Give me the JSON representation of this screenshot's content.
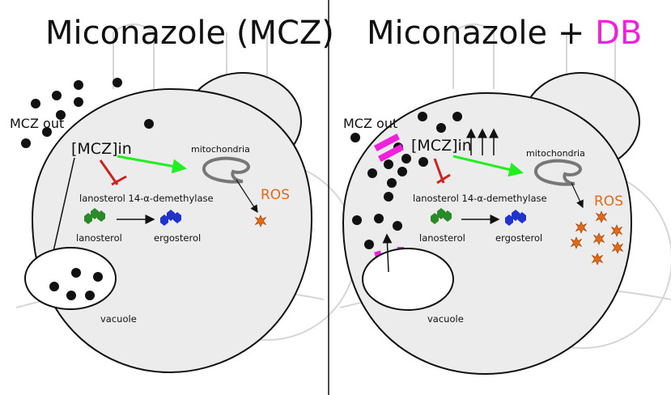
{
  "left_panel": {
    "title": "Miconazole (MCZ)",
    "mcz_out": "MCZ out",
    "mcz_in": "[MCZ]in",
    "mitochondria": "mitochondria",
    "enzyme": "lanosterol 14-α-demethylase",
    "ros": "ROS",
    "lanosterol": "lanosterol",
    "ergosterol": "ergosterol",
    "vacuole": "vacuole"
  },
  "right_panel": {
    "title_main": "Miconazole + ",
    "title_highlight": "DB",
    "mcz_out": "MCZ out",
    "mcz_in": "[MCZ]in",
    "mitochondria": "mitochondria",
    "enzyme": "lanosterol 14-α-demethylase",
    "ros": "ROS",
    "lanosterol": "lanosterol",
    "ergosterol": "ergosterol",
    "vacuole": "vacuole"
  },
  "colors": {
    "cell_fill": "#ececec",
    "inhibition": "#cc2222",
    "activation": "#22ee22",
    "db_highlight": "#ee22dd",
    "ros": "#e06a1a",
    "lanosterol": "#2a8a2a",
    "ergosterol": "#2233cc"
  }
}
